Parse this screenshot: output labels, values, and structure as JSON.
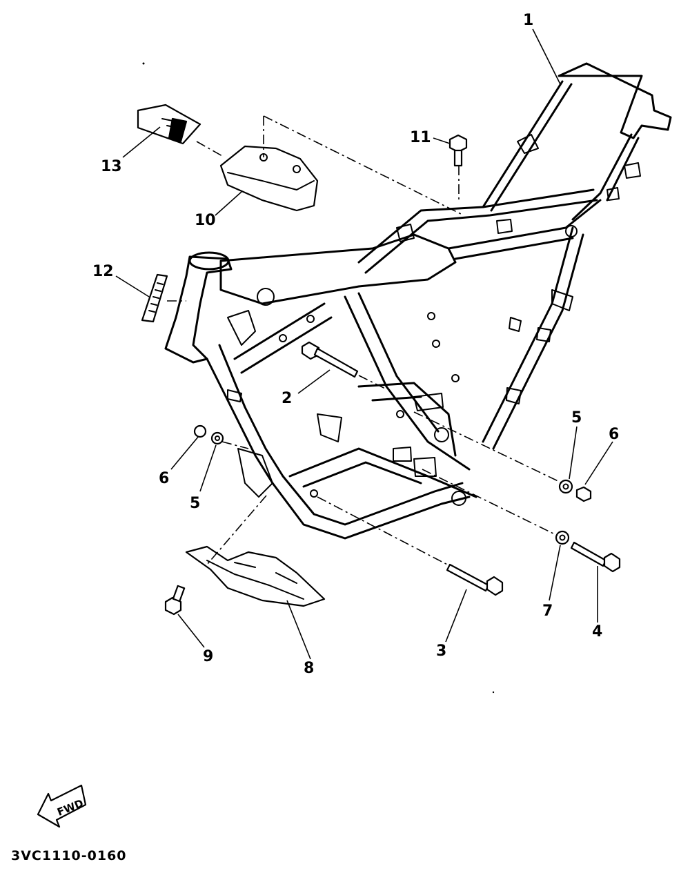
{
  "diagram": {
    "code": "3VC1110-0160",
    "fwd_label": "FWD",
    "parts": [
      {
        "num": "1",
        "name": "frame"
      },
      {
        "num": "2",
        "name": "bolt"
      },
      {
        "num": "3",
        "name": "bolt"
      },
      {
        "num": "4",
        "name": "bolt"
      },
      {
        "num": "5",
        "name": "washer"
      },
      {
        "num": "6",
        "name": "nut"
      },
      {
        "num": "7",
        "name": "washer"
      },
      {
        "num": "8",
        "name": "guard"
      },
      {
        "num": "9",
        "name": "bolt"
      },
      {
        "num": "10",
        "name": "cover"
      },
      {
        "num": "11",
        "name": "bolt"
      },
      {
        "num": "12",
        "name": "label"
      },
      {
        "num": "13",
        "name": "band"
      }
    ]
  }
}
